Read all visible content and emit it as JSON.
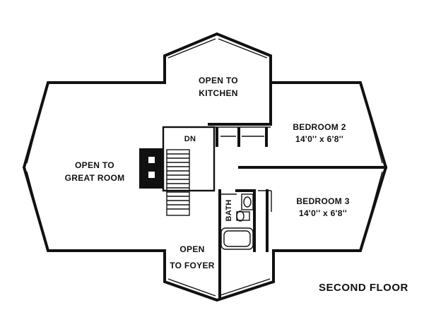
{
  "plan": {
    "title": "SECOND FLOOR",
    "rooms": {
      "kitchen": {
        "line1": "OPEN TO",
        "line2": "KITCHEN"
      },
      "great_room": {
        "line1": "OPEN TO",
        "line2": "GREAT ROOM"
      },
      "foyer": {
        "line1": "OPEN",
        "line2": "TO FOYER"
      },
      "bedroom2": {
        "name": "BEDROOM 2",
        "size": "14'0'' x 6'8''"
      },
      "bedroom3": {
        "name": "BEDROOM 3",
        "size": "14'0'' x 6'8''"
      },
      "bath": {
        "name": "BATH"
      }
    },
    "stair": {
      "label": "DN"
    }
  }
}
